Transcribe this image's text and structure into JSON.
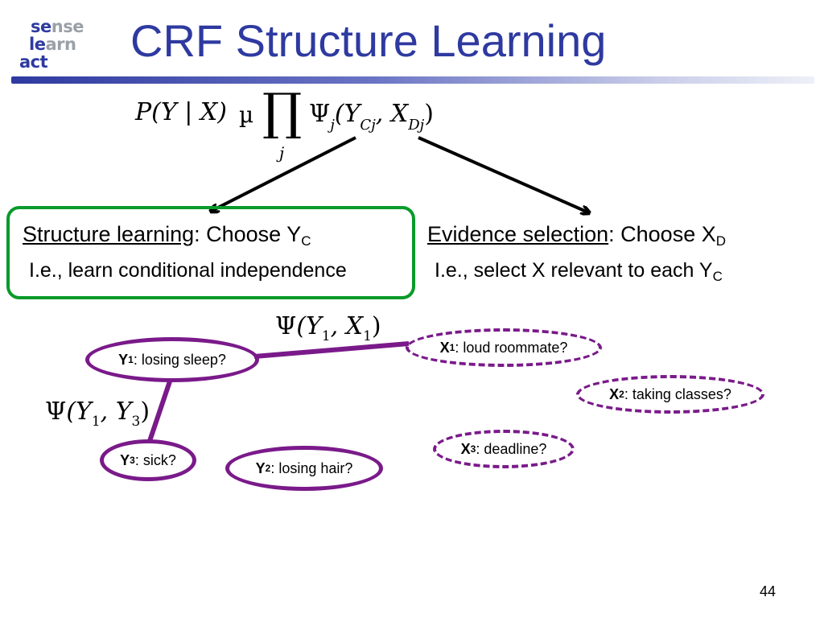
{
  "logo": {
    "row1a": "se",
    "row1b": "nse",
    "row2a": "le",
    "row2b": "arn",
    "row3a": "act"
  },
  "title": "CRF Structure Learning",
  "formula": {
    "lhs": "P(Y | X)",
    "prop": "µ",
    "prod": "∏",
    "idx": "j",
    "psi": "Ψ",
    "psi_sub": "j",
    "open": "(Y",
    "y_sub": "Cj",
    "comma": ", X",
    "x_sub": "Dj",
    "close": ")"
  },
  "left": {
    "heading_link": "Structure learning",
    "heading_rest": ": Choose Y",
    "heading_sub": "C",
    "note": "I.e., learn conditional independence"
  },
  "right": {
    "heading_link": "Evidence selection",
    "heading_rest": ": Choose X",
    "heading_sub": "D",
    "note": "I.e., select X relevant to each Y",
    "note_sub": "C"
  },
  "factor_y1x1": {
    "psi": "Ψ",
    "open": "(Y",
    "s1": "1",
    "comma": ", X",
    "s2": "1",
    "close": ")"
  },
  "factor_y1y3": {
    "psi": "Ψ",
    "open": "(Y",
    "s1": "1",
    "comma": ", Y",
    "s2": "3",
    "close": ")"
  },
  "nodes": {
    "y1": {
      "var": "Y",
      "sub": "1",
      "text": ": losing sleep?"
    },
    "y2": {
      "var": "Y",
      "sub": "2",
      "text": ": losing hair?"
    },
    "y3": {
      "var": "Y",
      "sub": "3",
      "text": ": sick?"
    },
    "x1": {
      "var": "X",
      "sub": "1",
      "text": ": loud roommate?"
    },
    "x2": {
      "var": "X",
      "sub": "2",
      "text": ": taking classes?"
    },
    "x3": {
      "var": "X",
      "sub": "3",
      "text": ": deadline?"
    }
  },
  "colors": {
    "title": "#2e3aa0",
    "box": "#0a9a2a",
    "node": "#7a1a8a"
  },
  "page_number": "44"
}
